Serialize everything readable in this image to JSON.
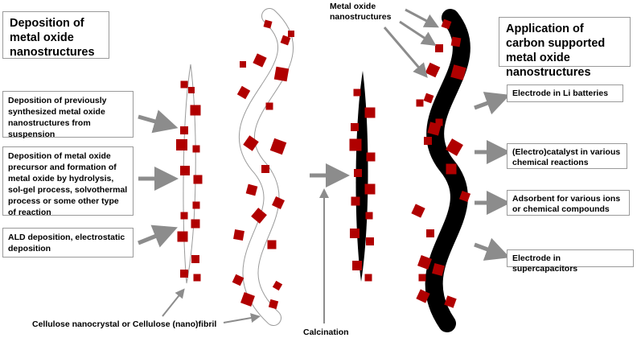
{
  "titles": {
    "deposition": "Deposition of metal oxide nanostructures",
    "application": "Application of carbon supported metal oxide nanostructures"
  },
  "methods": [
    "Deposition of previously synthesized metal oxide nanostructures from suspension",
    "Deposition of metal oxide precursor and formation of metal oxide by hydrolysis, sol-gel process, solvothermal process or some other type of reaction",
    "ALD deposition, electrostatic deposition"
  ],
  "applications": [
    "Electrode in Li batteries",
    "(Electro)catalyst in various chemical reactions",
    "Adsorbent for various ions or chemical compounds",
    "Electrode in supercapacitors"
  ],
  "labels": {
    "metal_oxide": "Metal oxide nanostructures",
    "cellulose": "Cellulose nanocrystal or Cellulose (nano)fibril",
    "calcination": "Calcination"
  },
  "colors": {
    "particle": "#b00000",
    "arrow": "#8c8c8c",
    "carbon": "#000000",
    "cellulose_outline": "#9a9a9a"
  }
}
